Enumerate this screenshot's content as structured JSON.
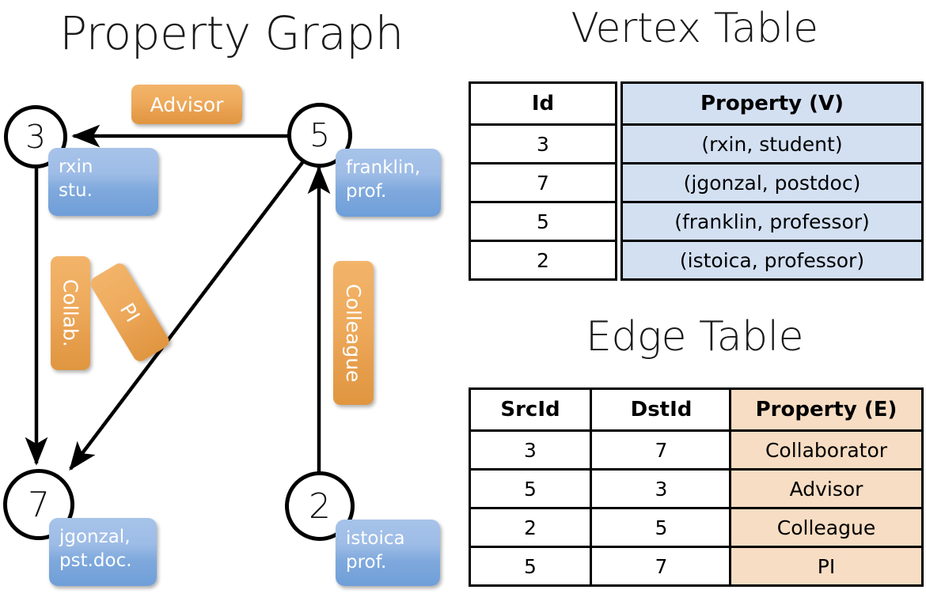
{
  "titles": {
    "property_graph": "Property Graph",
    "vertex_table": "Vertex Table",
    "edge_table": "Edge Table"
  },
  "graph": {
    "nodes": [
      {
        "id": "3",
        "property_label": "rxin\nstu."
      },
      {
        "id": "5",
        "property_label": "franklin,\nprof."
      },
      {
        "id": "7",
        "property_label": "jgonzal,\npst.doc."
      },
      {
        "id": "2",
        "property_label": "istoica\nprof."
      }
    ],
    "node_ids": {
      "n3": "3",
      "n5": "5",
      "n7": "7",
      "n2": "2"
    },
    "property_boxes": {
      "b3_line1": "rxin",
      "b3_line2": "stu.",
      "b5_line1": "franklin,",
      "b5_line2": "prof.",
      "b7_line1": "jgonzal,",
      "b7_line2": "pst.doc.",
      "b2_line1": "istoica",
      "b2_line2": "prof."
    },
    "edge_labels": {
      "advisor": "Advisor",
      "collab": "Collab.",
      "pi": "PI",
      "colleague": "Colleague"
    },
    "edges": [
      {
        "from": "5",
        "to": "3",
        "label": "Advisor"
      },
      {
        "from": "3",
        "to": "7",
        "label": "Collab."
      },
      {
        "from": "5",
        "to": "7",
        "label": "PI"
      },
      {
        "from": "2",
        "to": "5",
        "label": "Colleague"
      }
    ]
  },
  "vertex_table": {
    "headers": [
      "Id",
      "Property (V)"
    ],
    "rows": [
      {
        "id": "3",
        "property": "(rxin, student)"
      },
      {
        "id": "7",
        "property": "(jgonzal, postdoc)"
      },
      {
        "id": "5",
        "property": "(franklin, professor)"
      },
      {
        "id": "2",
        "property": "(istoica, professor)"
      }
    ]
  },
  "edge_table": {
    "headers": [
      "SrcId",
      "DstId",
      "Property (E)"
    ],
    "rows": [
      {
        "src": "3",
        "dst": "7",
        "property": "Collaborator"
      },
      {
        "src": "5",
        "dst": "3",
        "property": "Advisor"
      },
      {
        "src": "2",
        "dst": "5",
        "property": "Colleague"
      },
      {
        "src": "5",
        "dst": "7",
        "property": "PI"
      }
    ]
  },
  "colors": {
    "node_stroke": "#000000",
    "property_box_blue": "#8fb4e3",
    "edge_label_orange": "#eca955",
    "vertex_cell_blue": "#d3e0f2",
    "edge_cell_peach": "#f7ddc3",
    "background": "#ffffff"
  }
}
